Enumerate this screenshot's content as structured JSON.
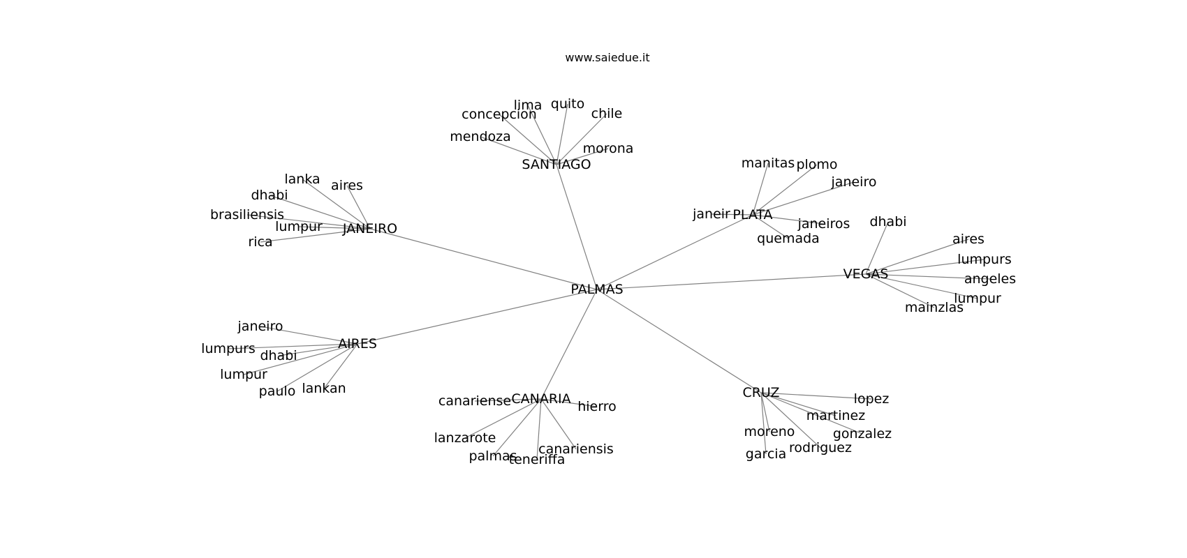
{
  "title": "www.saiedue.it",
  "graph": {
    "root": "PALMAS",
    "hubs": [
      {
        "id": "SANTIAGO",
        "leaves": [
          "concepcion",
          "lima",
          "quito",
          "chile",
          "mendoza",
          "morona"
        ]
      },
      {
        "id": "PLATA",
        "leaves": [
          "manitas",
          "plomo",
          "janeiro",
          "janeir",
          "janeiros",
          "quemada"
        ]
      },
      {
        "id": "JANEIRO",
        "leaves": [
          "lanka",
          "aires",
          "dhabi",
          "brasiliensis",
          "lumpur",
          "rica"
        ]
      },
      {
        "id": "VEGAS",
        "leaves": [
          "dhabi",
          "aires",
          "lumpurs",
          "angeles",
          "lumpur",
          "mainzlas"
        ]
      },
      {
        "id": "AIRES",
        "leaves": [
          "janeiro",
          "lumpurs",
          "dhabi",
          "lumpur",
          "paulo",
          "lankan"
        ]
      },
      {
        "id": "CANARIA",
        "leaves": [
          "canariense",
          "hierro",
          "lanzarote",
          "palmas",
          "teneriffa",
          "canariensis"
        ]
      },
      {
        "id": "CRUZ",
        "leaves": [
          "lopez",
          "martinez",
          "gonzalez",
          "moreno",
          "garcia",
          "rodriguez"
        ]
      }
    ]
  }
}
